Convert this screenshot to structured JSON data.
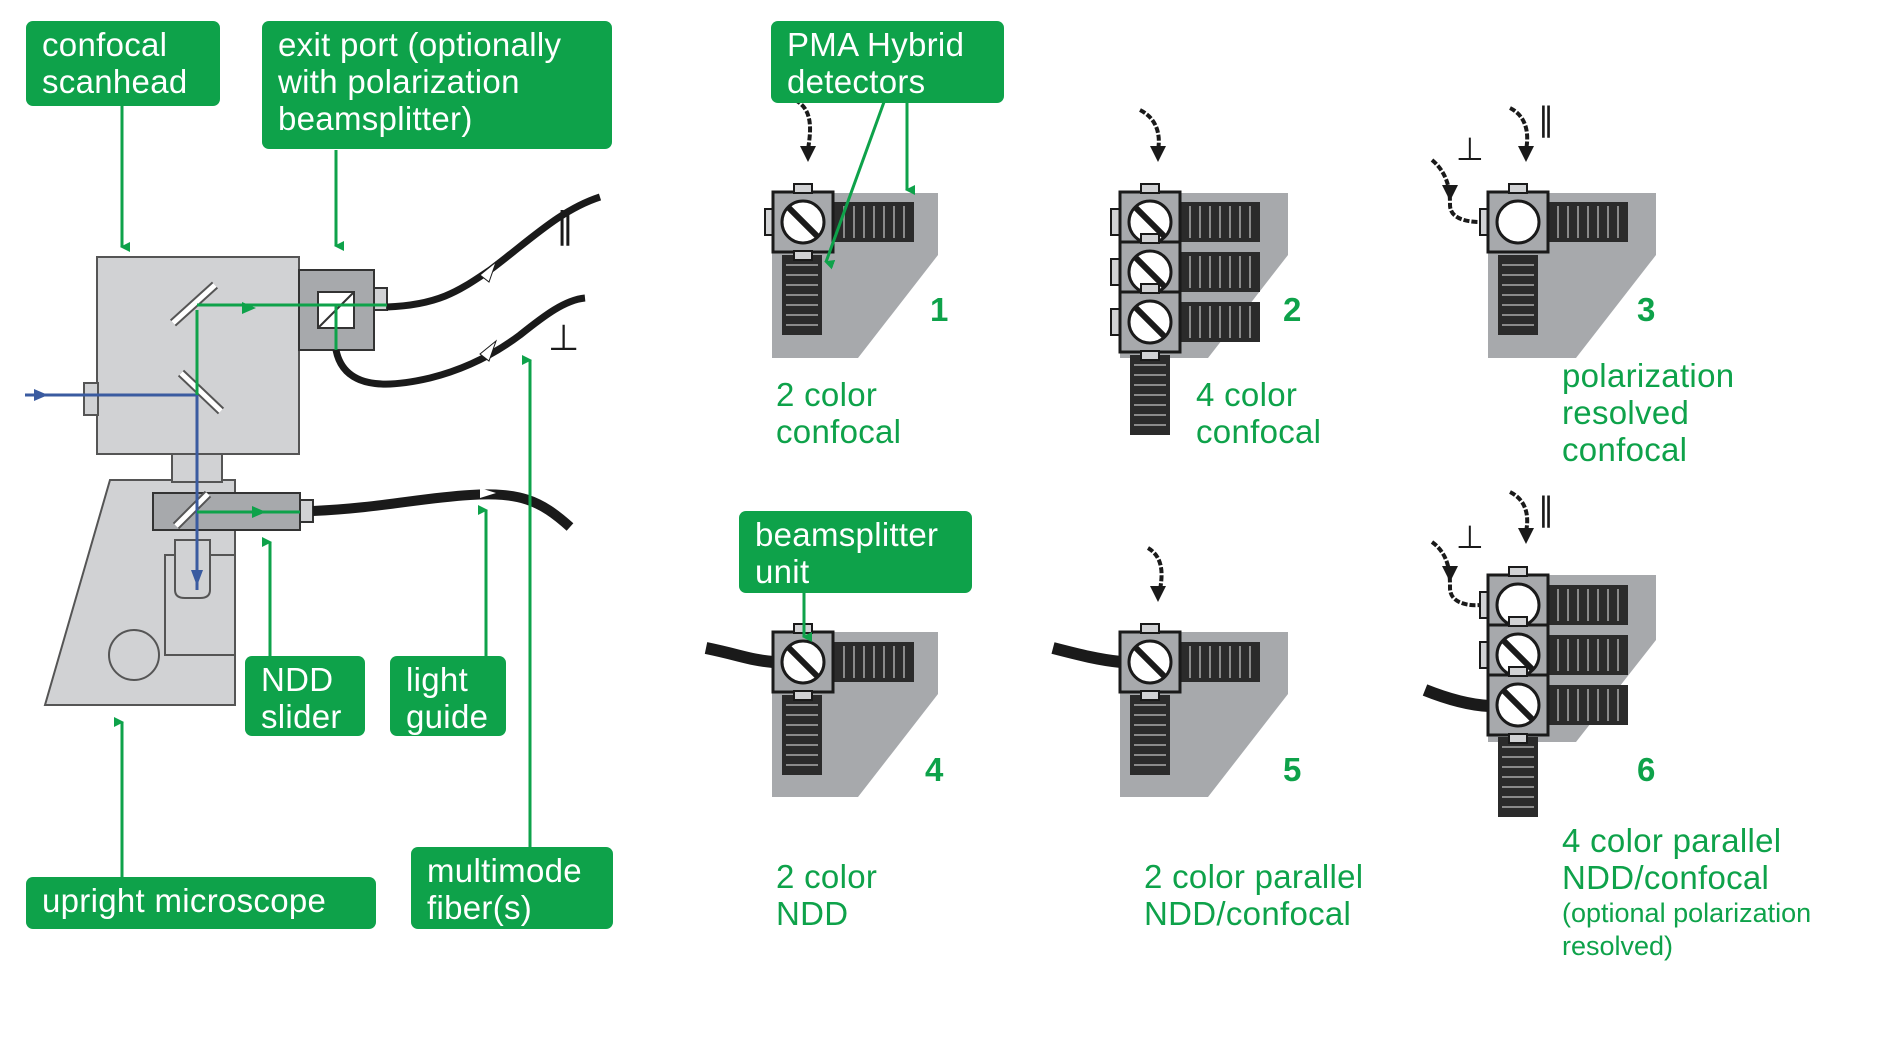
{
  "colors": {
    "green": "#0ea24a",
    "gray": "#a7a9ac",
    "light_gray": "#d1d2d4",
    "blue": "#3a5ba0",
    "dark": "#2b2b2b"
  },
  "labels": {
    "confocal_scanhead": "confocal\nscanhead",
    "exit_port": "exit port (optionally\nwith polarization\nbeamsplitter)",
    "pma_detectors": "PMA Hybrid\ndetectors",
    "ndd_slider": "NDD\nslider",
    "light_guide": "light\nguide",
    "upright_microscope": "upright microscope",
    "multimode_fiber": "multimode\nfiber(s)",
    "beamsplitter_unit": "beamsplitter\nunit"
  },
  "symbols": {
    "parallel": "‖",
    "perpendicular": "⊥"
  },
  "configs": [
    {
      "number": "1",
      "caption": "2 color\nconfocal"
    },
    {
      "number": "2",
      "caption": "4 color\nconfocal"
    },
    {
      "number": "3",
      "caption": "polarization\nresolved\nconfocal"
    },
    {
      "number": "4",
      "caption": "2 color\nNDD"
    },
    {
      "number": "5",
      "caption": "2 color parallel\nNDD/confocal"
    },
    {
      "number": "6",
      "caption": "4 color parallel\nNDD/confocal",
      "note": "(optional polarization\nresolved)"
    }
  ]
}
